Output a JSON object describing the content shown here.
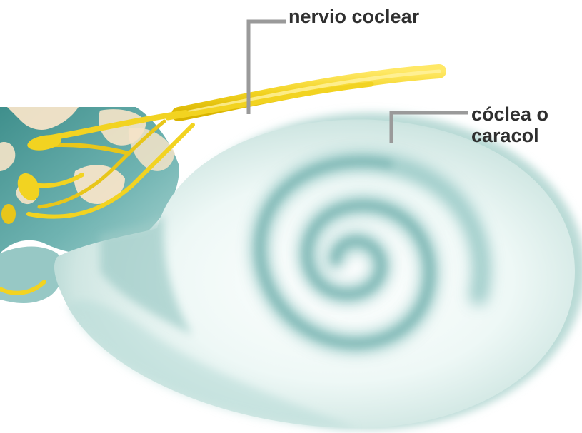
{
  "labels": {
    "nervio": "nervio coclear",
    "coclea_line1": "cóclea o",
    "coclea_line2": "caracol"
  },
  "colors": {
    "nerve": "#f2d321",
    "nerve_dark": "#d9b400",
    "cochlea_light": "#f4fbfa",
    "cochlea_mid": "#cfe7e4",
    "cochlea_dark": "#7fbcba",
    "fluid": "#5fa6a6",
    "bone": "#f6e4c8",
    "leader_line": "#9a9a9a",
    "text": "#2f2f2f"
  }
}
